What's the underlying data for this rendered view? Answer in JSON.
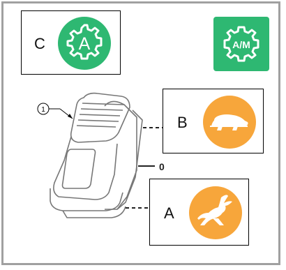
{
  "boxes": {
    "c": {
      "label": "C",
      "icon": "auto-mode-gear-icon",
      "icon_text": "A",
      "color": "#2eb872"
    },
    "b": {
      "label": "B",
      "icon": "turtle-slow-speed-icon",
      "color": "#f7a63b"
    },
    "a": {
      "label": "A",
      "icon": "rabbit-fast-speed-icon",
      "color": "#f7a63b"
    }
  },
  "am_badge": {
    "icon": "auto-manual-gear-icon",
    "text": "A/M",
    "color": "#2eb872"
  },
  "switch": {
    "callout_number": "1",
    "zero_label": "0"
  }
}
